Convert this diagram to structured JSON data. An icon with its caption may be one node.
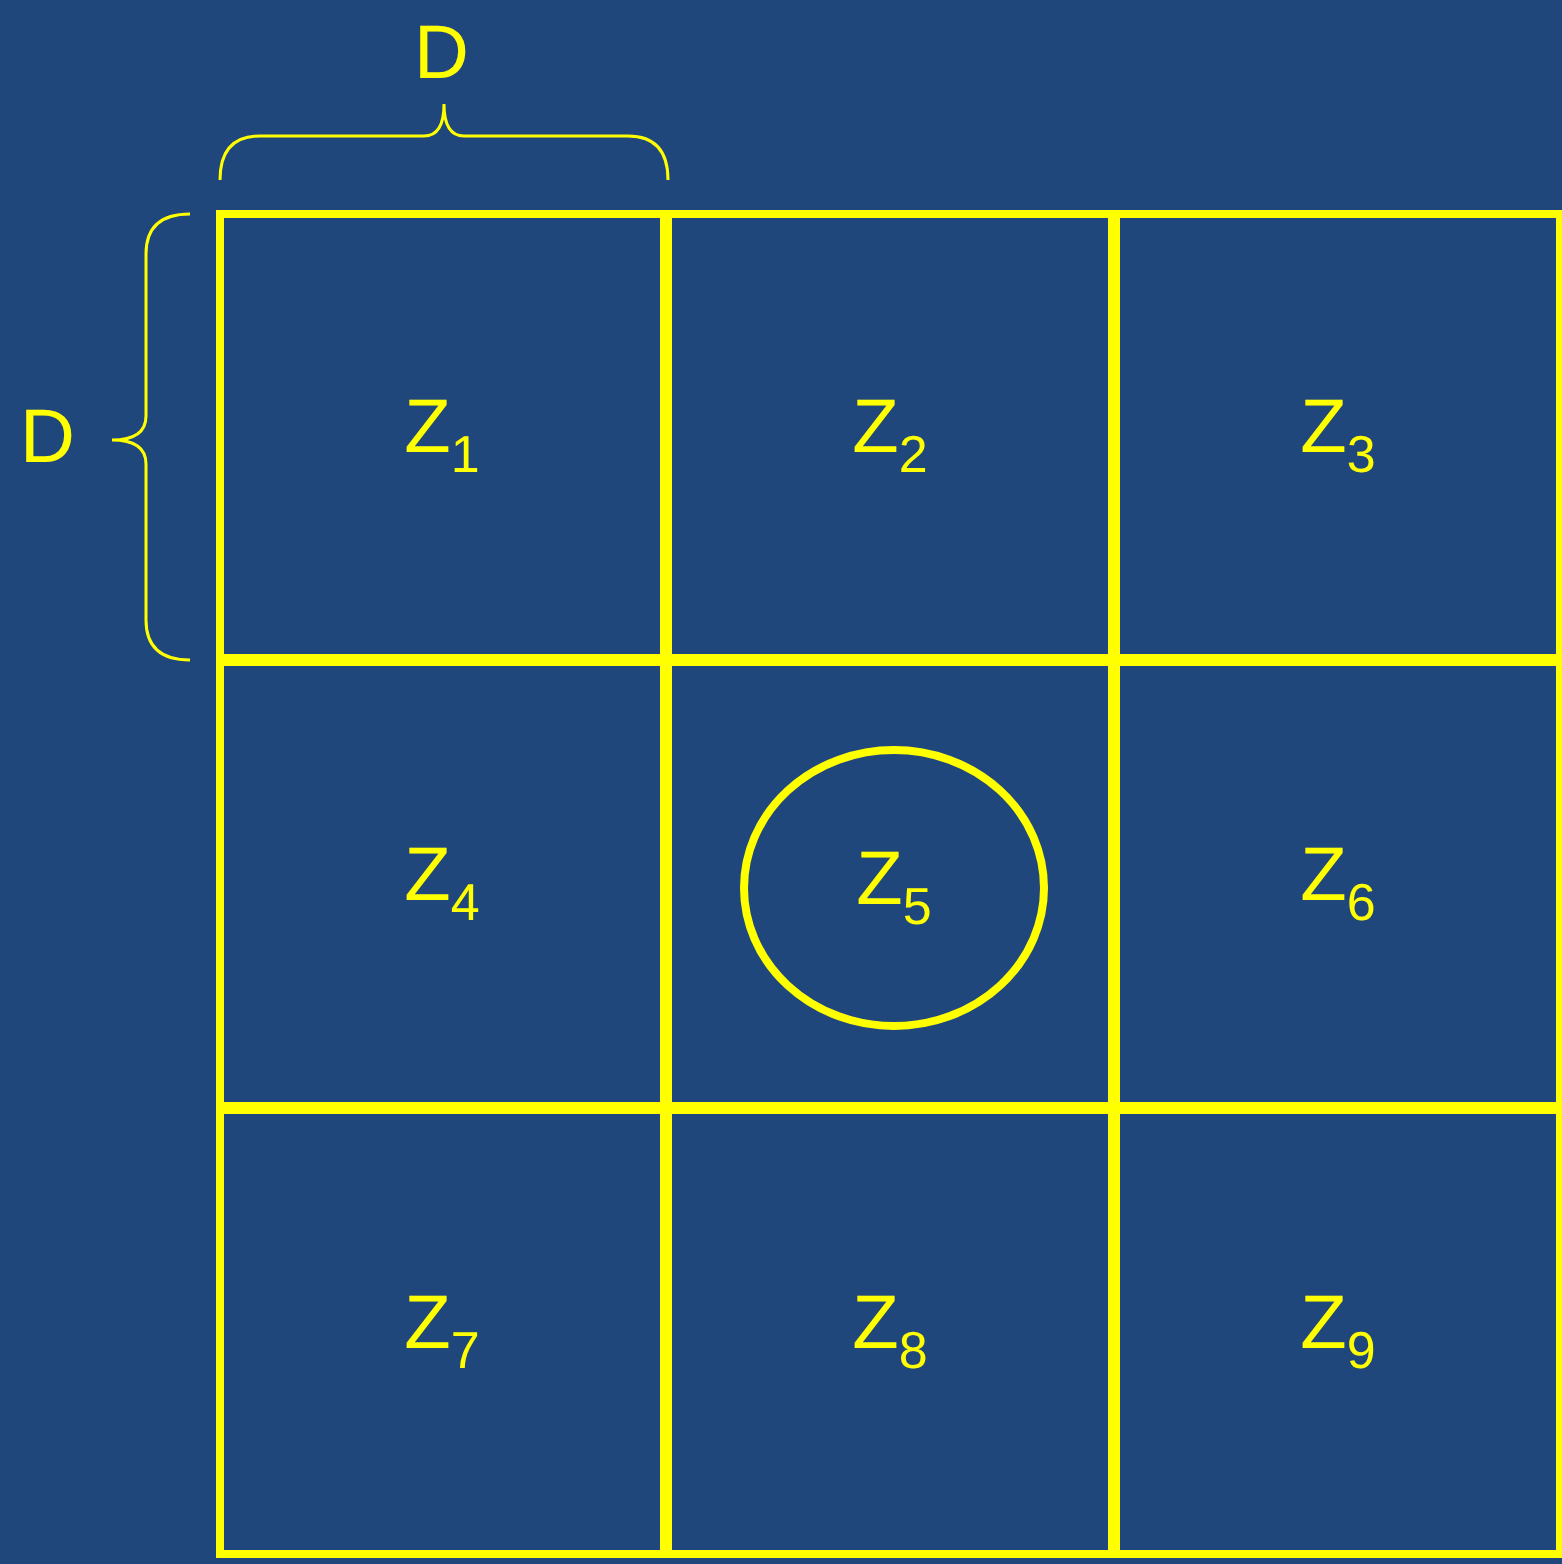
{
  "diagram": {
    "nodes": [
      {
        "text": [
          "Z$_{1}$"
        ]
      },
      {
        "text": [
          "Z$_{2}$"
        ]
      },
      {
        "text": [
          "Z$_{3}$"
        ]
      },
      {
        "text": [
          "Z$_{4}$"
        ]
      },
      {
        "text": [],
        "shape": "box"
      },
      {
        "text": [
          "Z$_{6}$"
        ]
      },
      {
        "text": [
          "Z$_{7}$"
        ]
      },
      {
        "text": [
          "Z$_{8}$"
        ]
      },
      {
        "text": [
          "Z$_{9}$"
        ]
      },
      {
        "text": [
          "Z$_{5}$"
        ],
        "in": 4
      }
    ],
    "edges": [],
    "labels": [
      "D",
      "D"
    ]
  }
}
